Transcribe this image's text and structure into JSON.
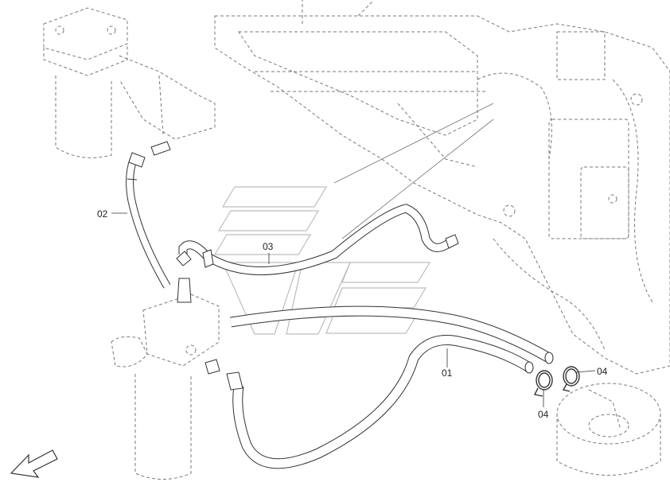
{
  "diagram": {
    "callouts": {
      "hose_01": "01",
      "hose_02": "02",
      "hose_03": "03",
      "clamp_04_right": "04",
      "clamp_04_bottom": "04"
    },
    "colors": {
      "line": "#333333",
      "dashed": "#7a7a7a",
      "watermark": "#bdbdbd"
    }
  }
}
